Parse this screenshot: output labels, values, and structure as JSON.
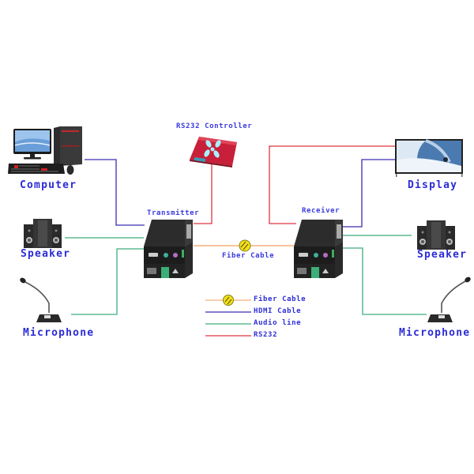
{
  "diagram": {
    "title": "HDMI Fiber Extender Connection Diagram",
    "devices": {
      "computer": {
        "label": "Computer",
        "icon": "desktop-computer-icon"
      },
      "rs232_controller": {
        "label": "RS232 Controller",
        "icon": "rs232-controller-icon"
      },
      "display": {
        "label": "Display",
        "icon": "tv-display-icon"
      },
      "speaker_left": {
        "label": "Speaker",
        "icon": "speaker-icon"
      },
      "speaker_right": {
        "label": "Speaker",
        "icon": "speaker-icon"
      },
      "microphone_left": {
        "label": "Microphone",
        "icon": "microphone-icon"
      },
      "microphone_right": {
        "label": "Microphone",
        "icon": "microphone-icon"
      },
      "transmitter": {
        "label": "Transmitter",
        "icon": "extender-box-icon"
      },
      "receiver": {
        "label": "Receiver",
        "icon": "extender-box-icon"
      }
    },
    "fiber_link_label": "Fiber Cable",
    "legend": [
      {
        "label": "Fiber Cable",
        "color": "#f5b07a",
        "marker": "fiber-ring"
      },
      {
        "label": "HDMI Cable",
        "color": "#3a2fb0"
      },
      {
        "label": "Audio line",
        "color": "#3fae7e"
      },
      {
        "label": "RS232",
        "color": "#e0353f"
      }
    ],
    "colors": {
      "fiber": "#f5b07a",
      "hdmi": "#3a2fb0",
      "audio": "#3fae7e",
      "rs232": "#e0353f",
      "label_text": "#2b2bd6",
      "fiber_ring": "#f2e31a"
    }
  }
}
